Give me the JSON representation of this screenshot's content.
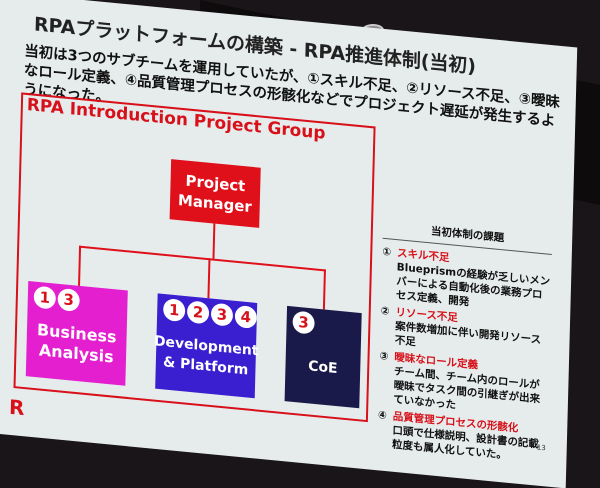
{
  "slide": {
    "title": "RPAプラットフォームの構築 - RPA推進体制(当初)",
    "subtitle": "当初は3つのサブチームを運用していたが、①スキル不足、②リソース不足、③曖昧なロール定義、④品質管理プロセスの形骸化などでプロジェクト遅延が発生するようになった。",
    "group_label": "RPA Introduction Project Group",
    "manager": "Project Manager",
    "teams": [
      {
        "name": "Business Analysis",
        "nums": [
          "1",
          "3"
        ],
        "color": "#e31fd0"
      },
      {
        "name": "Development & Platform",
        "nums": [
          "1",
          "2",
          "3",
          "4"
        ],
        "color": "#3a1fd0"
      },
      {
        "name": "CoE",
        "nums": [
          "3"
        ],
        "color": "#1a1a4a"
      }
    ],
    "issues_title": "当初体制の課題",
    "issues": [
      {
        "num": "①",
        "head": "スキル不足",
        "body": "Blueprismの経験が乏しいメンバーによる自動化後の業務プロセス定義、開発"
      },
      {
        "num": "②",
        "head": "リソース不足",
        "body": "案件数増加に伴い開発リソース不足"
      },
      {
        "num": "③",
        "head": "曖昧なロール定義",
        "body": "チーム間、チーム内のロールが曖昧でタスク間の引継ぎが出来ていなかった"
      },
      {
        "num": "④",
        "head": "品質管理プロセスの形骸化",
        "body": "口頭で仕様説明、設計書の記載粒度も属人化していた。"
      }
    ],
    "logo": "R",
    "page": "13",
    "accent": "#d8101a"
  }
}
